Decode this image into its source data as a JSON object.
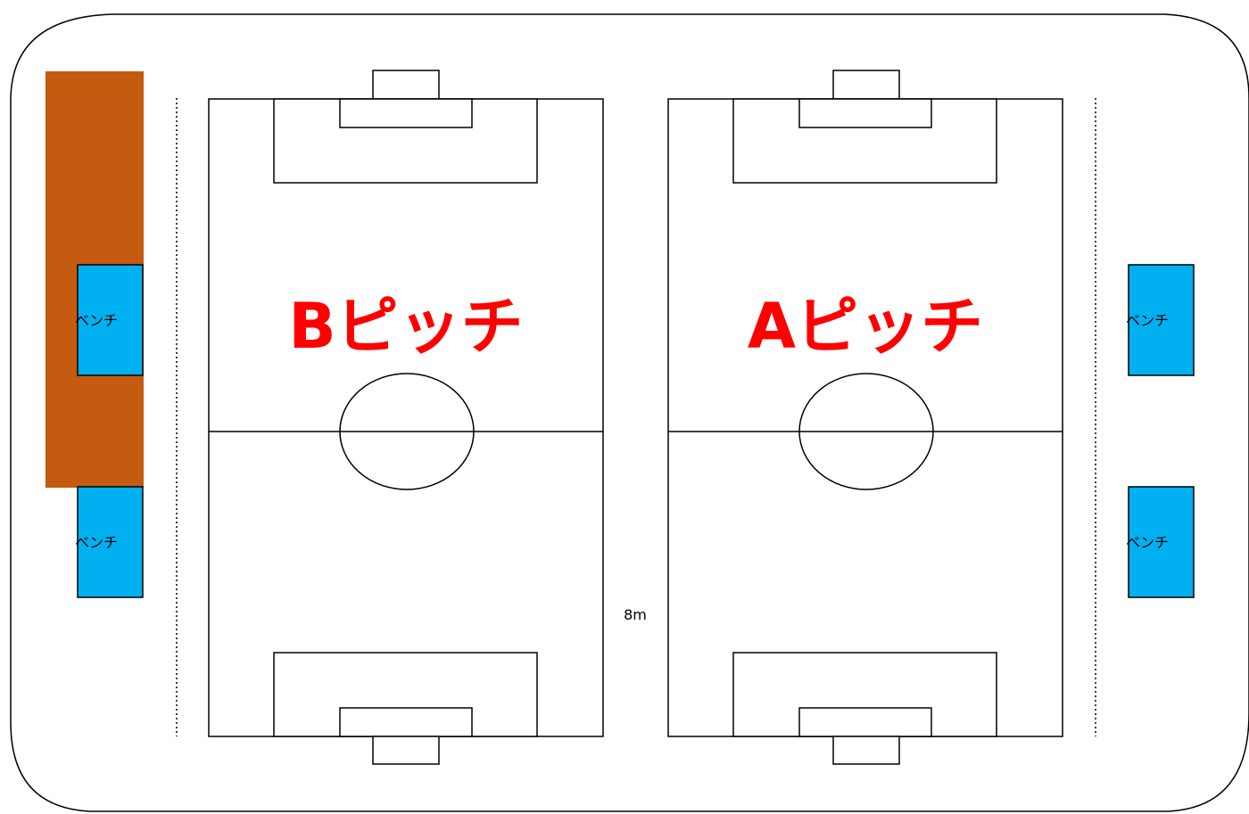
{
  "colors": {
    "line": "#000000",
    "field": "#ffffff",
    "bench_fill": "#00b0f0",
    "reserved_area": "#c55a11",
    "pitch_label": "#ff0000"
  },
  "pitches": [
    {
      "id": "b",
      "label": "Bピッチ"
    },
    {
      "id": "a",
      "label": "Aピッチ"
    }
  ],
  "benches": [
    {
      "side": "left-upper",
      "label": "ベンチ"
    },
    {
      "side": "left-lower",
      "label": "ベンチ"
    },
    {
      "side": "right-upper",
      "label": "ベンチ"
    },
    {
      "side": "right-lower",
      "label": "ベンチ"
    }
  ],
  "gap_distance": "8m"
}
